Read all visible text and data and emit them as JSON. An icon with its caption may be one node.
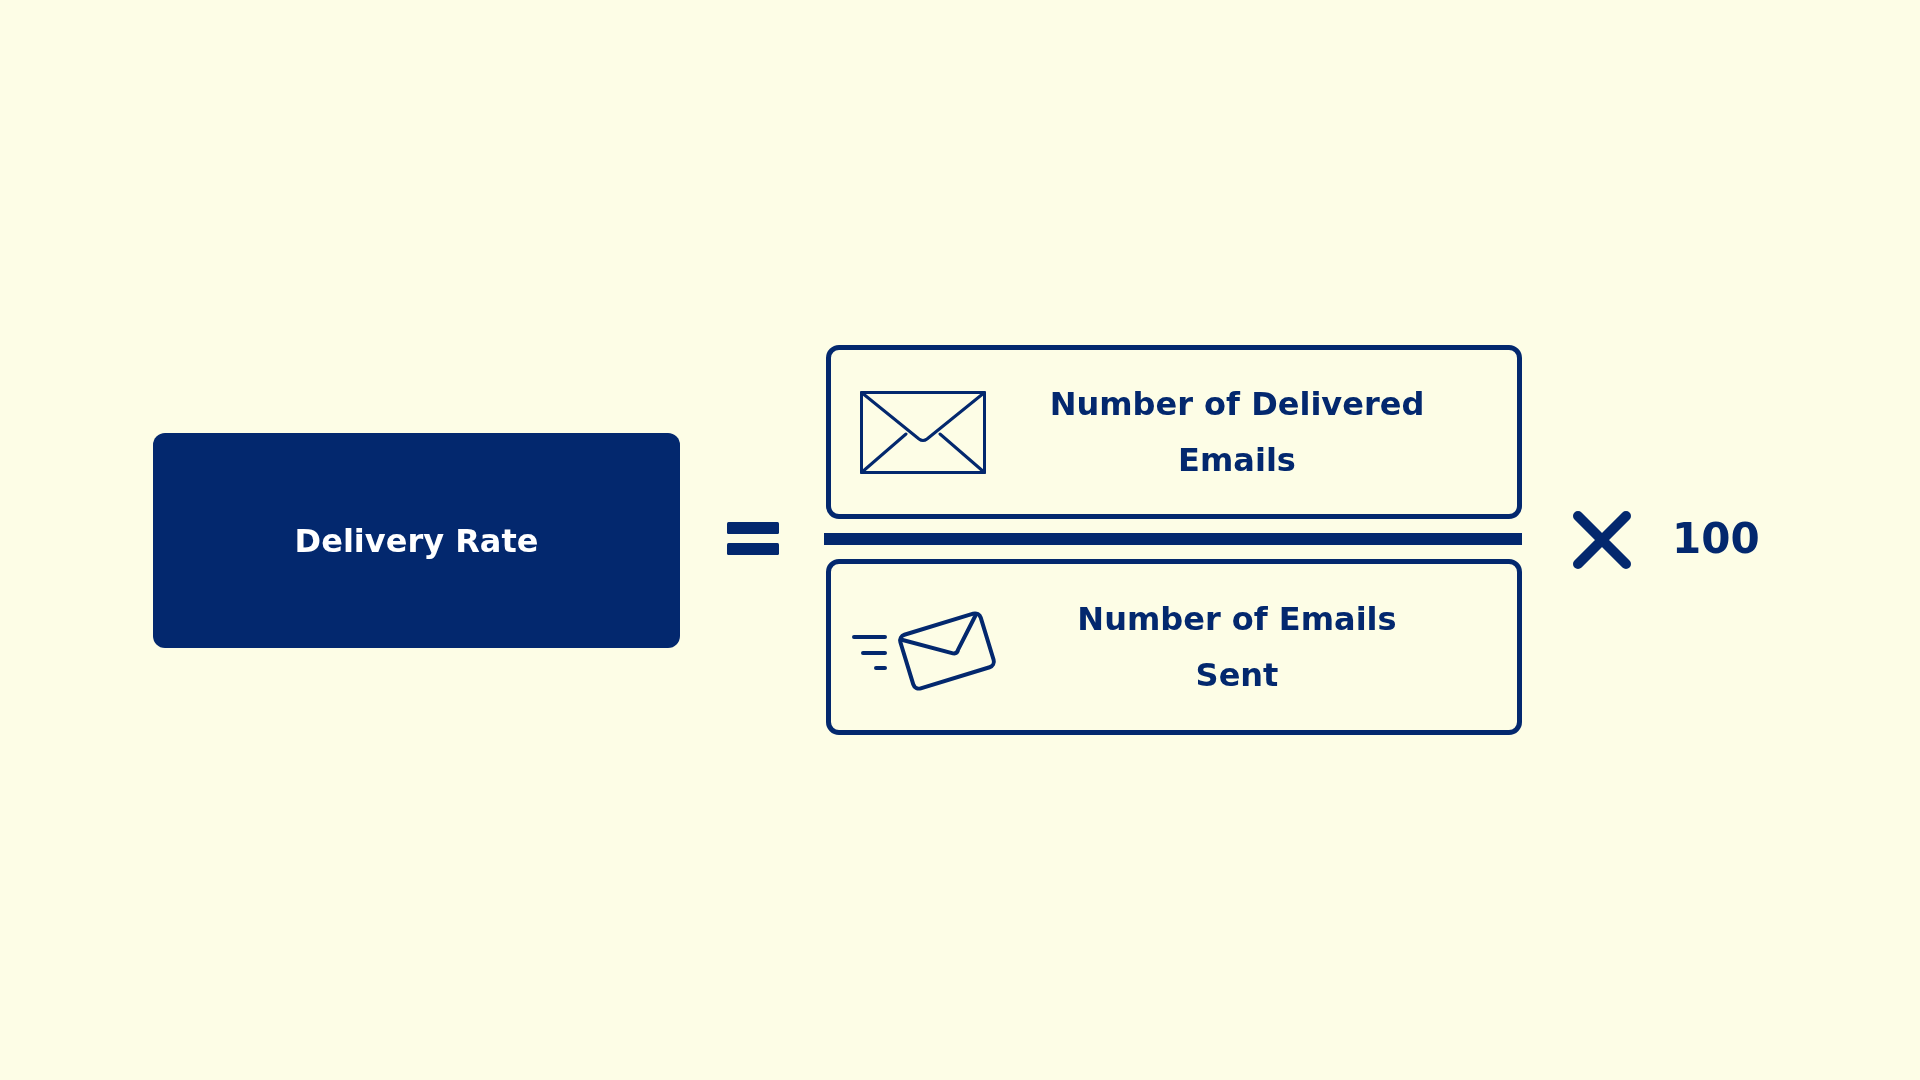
{
  "diagram": {
    "nodes": [
      {
        "text": [
          "Delivery Rate"
        ]
      },
      {
        "text": [
          "Number of Delivered Emails"
        ]
      },
      {
        "text": [
          "Number of Emails Sent"
        ]
      }
    ],
    "labels": [
      "100"
    ]
  }
}
